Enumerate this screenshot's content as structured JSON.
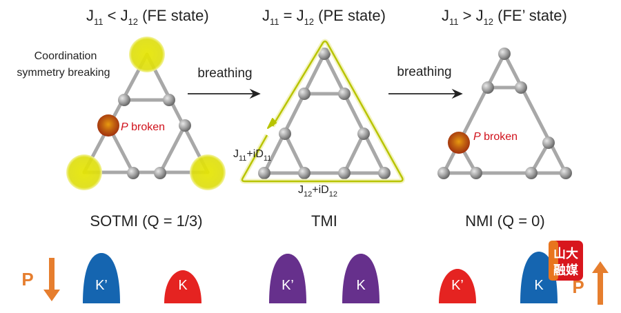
{
  "titles": [
    {
      "j1": "J",
      "s1": "11",
      "op": " < ",
      "j2": "J",
      "s2": "12",
      "state": " (FE state)"
    },
    {
      "j1": "J",
      "s1": "11",
      "op": " = ",
      "j2": "J",
      "s2": "12",
      "state": " (PE state)"
    },
    {
      "j1": "J",
      "s1": "11",
      "op": " > ",
      "j2": "J",
      "s2": "12",
      "state": " (FE’ state)"
    }
  ],
  "annotations": {
    "coordination_line1": "Coordination",
    "coordination_line2": "symmetry breaking",
    "breathing_left": "breathing",
    "breathing_right": "breathing",
    "p_broken_italic": "P",
    "p_broken_text": " broken",
    "hop11": {
      "j": "J",
      "s": "11",
      "plus": "+iD",
      "s2": "11"
    },
    "hop12": {
      "j": "J",
      "s": "12",
      "plus": "+iD",
      "s2": "12"
    }
  },
  "phase_labels": [
    "SOTMI (Q = 1/3)",
    "TMI",
    "NMI (Q = 0)"
  ],
  "valleys": [
    {
      "label": "K’",
      "color": "#1565b0"
    },
    {
      "label": "K",
      "color": "#e52321"
    },
    {
      "label": "K’",
      "color": "#66308c"
    },
    {
      "label": "K",
      "color": "#66308c"
    },
    {
      "label": "K’",
      "color": "#e52321"
    },
    {
      "label": "K",
      "color": "#1565b0"
    }
  ],
  "polarization": {
    "left": "P",
    "right": "P",
    "color": "#e67e2e"
  },
  "watermark": {
    "text": "山大融媒"
  },
  "colors": {
    "node": "#9a9a9a",
    "highlight": "#e6e600",
    "broken": "#b8400e",
    "loop": "#b8c400",
    "red_text": "#d0101a"
  }
}
